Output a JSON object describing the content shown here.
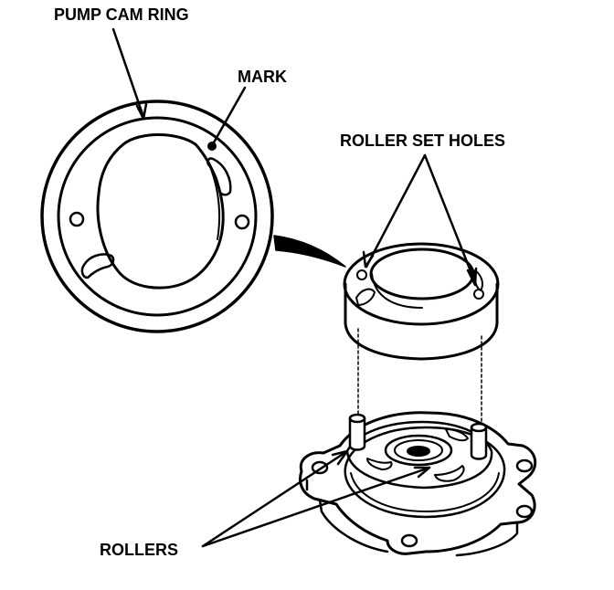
{
  "labels": {
    "pump_cam_ring": "PUMP CAM RING",
    "mark": "MARK",
    "roller_set_holes": "ROLLER SET HOLES",
    "rollers": "ROLLERS"
  },
  "colors": {
    "ink": "#000000",
    "paper": "#ffffff"
  }
}
